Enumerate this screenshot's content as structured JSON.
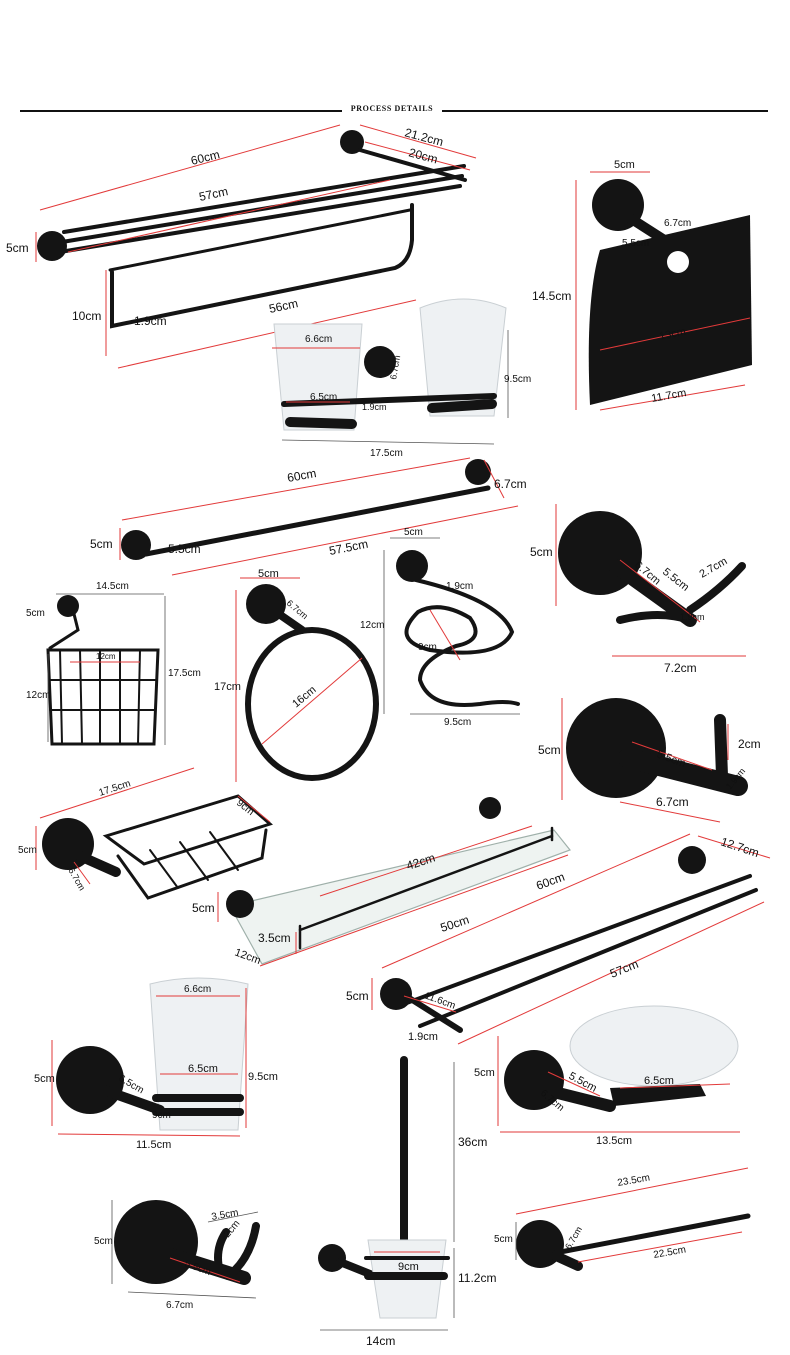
{
  "header": {
    "title": "PROCESS DETAILS"
  },
  "products": {
    "towel_shelf": {
      "d1": "60cm",
      "d2": "57cm",
      "d3": "56cm",
      "d4": "21.2cm",
      "d5": "20cm",
      "d6": "5cm",
      "d7": "10cm",
      "d8": "1.9cm"
    },
    "paper_holder": {
      "d1": "5cm",
      "d2": "14.5cm",
      "d3": "13cm",
      "d4": "11.7cm",
      "d5": "6.7cm",
      "d6": "5.5cm"
    },
    "double_cup": {
      "d1": "6.6cm",
      "d2": "6.5cm",
      "d3": "9.5cm",
      "d4": "17.5cm",
      "d5": "6.7cm",
      "d6": "1.9cm"
    },
    "towel_bar": {
      "d1": "60cm",
      "d2": "57.5cm",
      "d3": "6.7cm",
      "d4": "5cm",
      "d5": "5.5cm"
    },
    "double_hook": {
      "d1": "5cm",
      "d2": "5.5cm",
      "d3": "2.7cm",
      "d4": "6.7cm",
      "d5": "7.2cm",
      "d6": "1.9cm"
    },
    "corner_basket": {
      "d1": "14.5cm",
      "d2": "5cm",
      "d3": "17.5cm",
      "d4": "12cm",
      "d5": "12cm"
    },
    "towel_ring": {
      "d1": "5cm",
      "d2": "17cm",
      "d3": "16cm",
      "d4": "6.7cm"
    },
    "dryer_holder": {
      "d1": "5cm",
      "d2": "1.9cm",
      "d3": "12cm",
      "d4": "9cm",
      "d5": "9.5cm"
    },
    "robe_hook": {
      "d1": "5cm",
      "d2": "2cm",
      "d3": "5.5cm",
      "d4": "6.7cm",
      "d5": "1.9cm"
    },
    "soap_basket": {
      "d1": "17.5cm",
      "d2": "9cm",
      "d3": "5cm",
      "d4": "6.7cm"
    },
    "glass_shelf": {
      "d1": "42cm",
      "d2": "50cm",
      "d3": "5cm",
      "d4": "3.5cm",
      "d5": "12cm"
    },
    "double_bar": {
      "d1": "12.7cm",
      "d2": "60cm",
      "d3": "57cm",
      "d4": "5cm",
      "d5": "11.6cm",
      "d6": "1.9cm"
    },
    "single_cup": {
      "d1": "6.6cm",
      "d2": "6.5cm",
      "d3": "9.5cm",
      "d4": "5cm",
      "d5": "11.5cm",
      "d6": "6.5cm",
      "d7": "9cm"
    },
    "soap_dish": {
      "d1": "5cm",
      "d2": "5.5cm",
      "d3": "6.5cm",
      "d4": "13.5cm",
      "d5": "6.7cm"
    },
    "coat_hook": {
      "d1": "3.5cm",
      "d2": "2cm",
      "d3": "5cm",
      "d4": "6.7cm",
      "d5": "5.5cm"
    },
    "toilet_brush": {
      "d1": "36cm",
      "d2": "11.2cm",
      "d3": "9cm",
      "d4": "14cm"
    },
    "hand_bar": {
      "d1": "23.5cm",
      "d2": "22.5cm",
      "d3": "5cm",
      "d4": "6.7cm"
    }
  }
}
